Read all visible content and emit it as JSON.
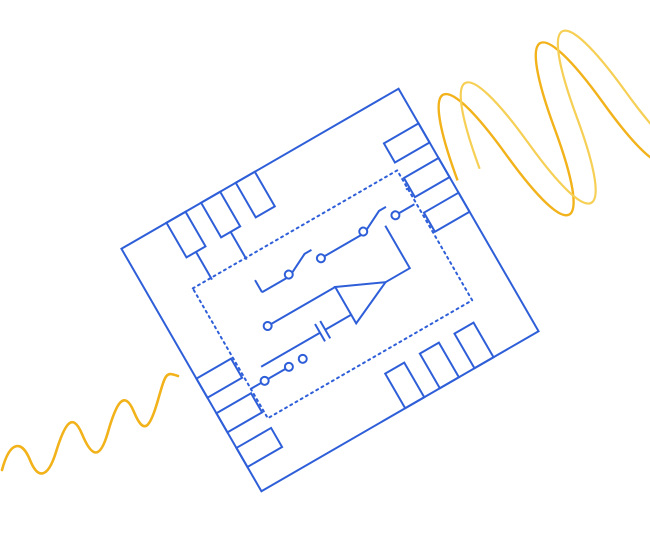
{
  "colors": {
    "background": "#ffffff",
    "circuit_blue": "#2f5fd8",
    "signal_gold": "#f2b21a",
    "signal_gold_light": "#f6cf55"
  },
  "diagram": {
    "subject": "amplifier-chip-package",
    "input_signal": "low-amplitude-wave",
    "output_signal": "amplified-wave",
    "pad_count": 14,
    "core_symbol": "amplifier-triangle",
    "passive_component": "capacitor"
  }
}
